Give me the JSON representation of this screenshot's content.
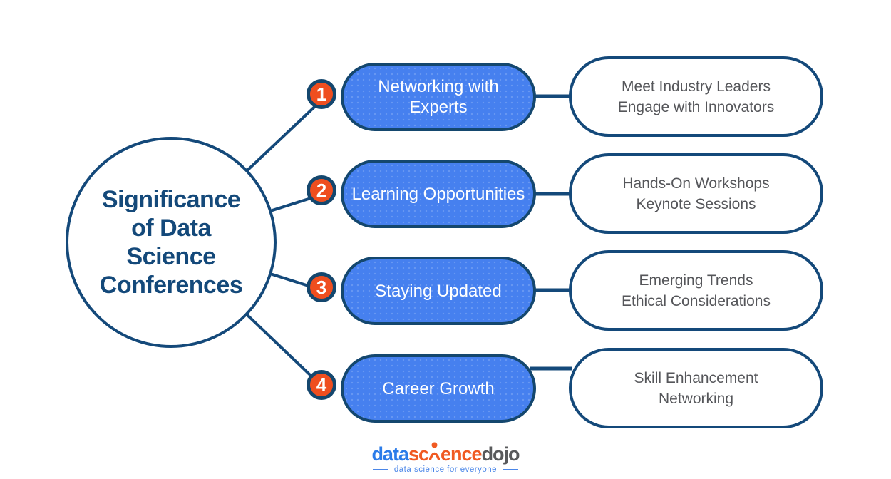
{
  "title": {
    "full": "Significance of Data Science Conferences",
    "lines": [
      "Significance",
      "of Data",
      "Science",
      "Conferences"
    ]
  },
  "items": [
    {
      "number": "1",
      "label": "Networking with Experts",
      "details": [
        "Meet Industry Leaders",
        "Engage with Innovators"
      ]
    },
    {
      "number": "2",
      "label": "Learning Opportunities",
      "details": [
        "Hands-On Workshops",
        "Keynote Sessions"
      ]
    },
    {
      "number": "3",
      "label": "Staying Updated",
      "details": [
        "Emerging Trends",
        "Ethical Considerations"
      ]
    },
    {
      "number": "4",
      "label": "Career Growth",
      "details": [
        "Skill Enhancement",
        "Networking"
      ]
    }
  ],
  "footer": {
    "logo": {
      "part1": "data",
      "part2": "sc",
      "part3": "ence",
      "part4": "dojo"
    },
    "tagline": "data science for everyone"
  },
  "colors": {
    "navy": "#14497a",
    "pill_blue": "#4680ef",
    "badge_orange": "#ef4e1f",
    "box_text_gray": "#55565a",
    "logo_blue": "#2b7ce9",
    "logo_orange": "#f05a22",
    "logo_gray": "#58595b",
    "tagline_blue": "#4a86e8"
  }
}
